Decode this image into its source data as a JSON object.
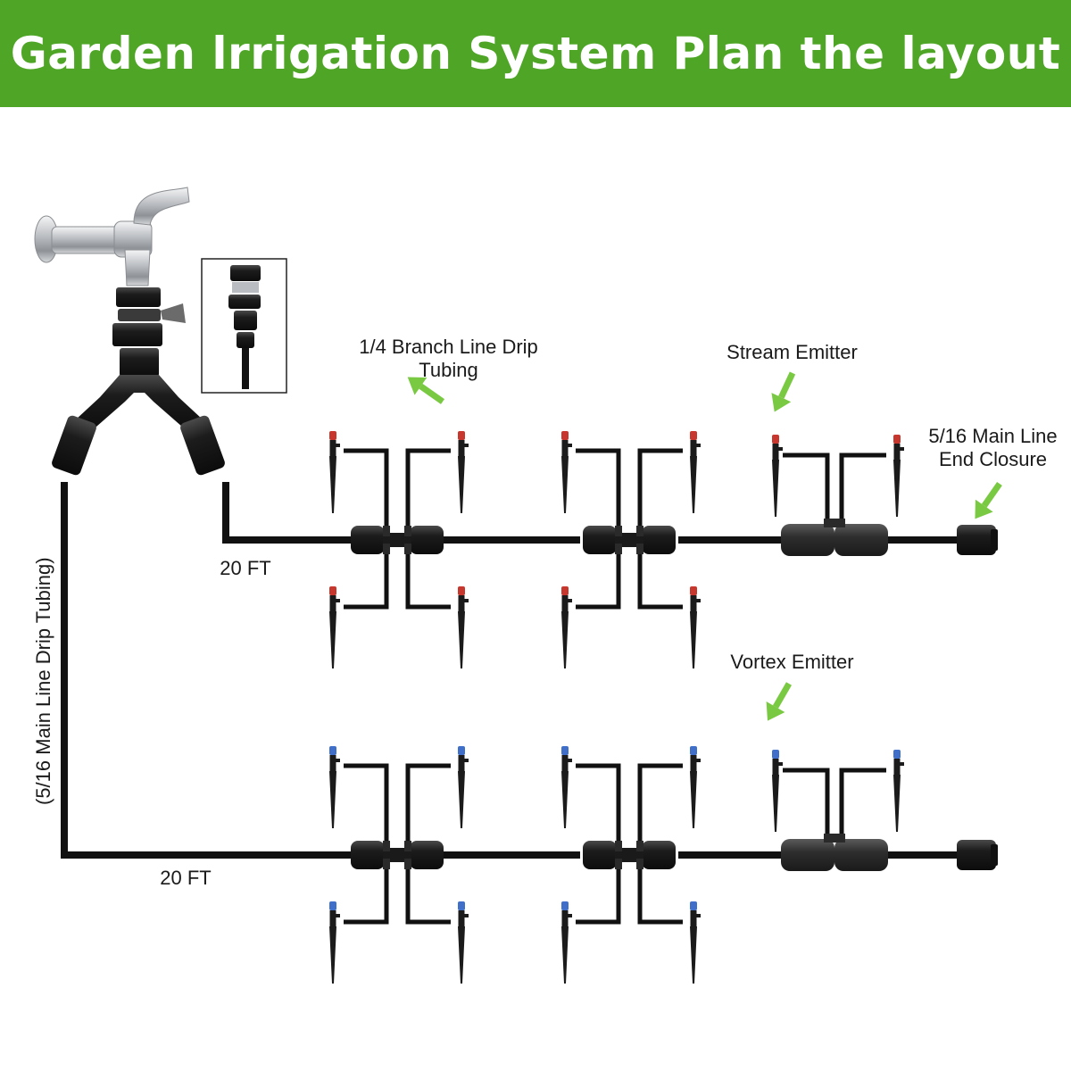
{
  "header": {
    "title": "Garden lrrigation System Plan the layout",
    "background_color": "#4ea526",
    "text_color": "#ffffff"
  },
  "labels": {
    "branch_line": "1/4 Branch Line Drip Tubing",
    "branch_line_1": "1/4 Branch Line Drip",
    "branch_line_2": "Tubing",
    "stream_emitter": "Stream Emitter",
    "end_closure_1": "5/16 Main Line",
    "end_closure_2": "End Closure",
    "vortex_emitter": "Vortex Emitter",
    "length_upper": "20 FT",
    "length_lower": "20 FT",
    "main_line_vertical": "(5/16 Main Line Drip Tubing)"
  },
  "colors": {
    "tubing": "#111111",
    "arrow": "#7ac943",
    "stream_emitter_tip": "#c8372d",
    "vortex_emitter_tip": "#3f6fc8",
    "faucet_metal": "#b9bcc0"
  },
  "icons": [
    "faucet-icon",
    "y-splitter-icon",
    "connector-inset-icon",
    "stake-emitter-icon",
    "tee-connector-icon",
    "end-plug-icon",
    "arrow-icon"
  ]
}
